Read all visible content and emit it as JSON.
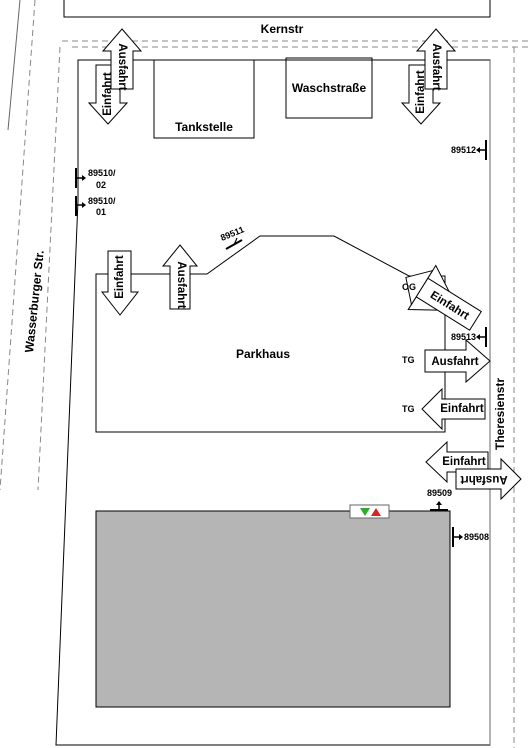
{
  "streets": {
    "north": "Kernstr",
    "west": "Wasserburger Str.",
    "east": "Theresienstr"
  },
  "buildings": {
    "gas_station": "Tankstelle",
    "car_wash": "Waschstraße",
    "parking_garage": "Parkhaus"
  },
  "arrows": {
    "entry": "Einfahrt",
    "exit": "Ausfahrt"
  },
  "levels": {
    "upper_floor": "OG",
    "underground_1": "TG",
    "underground_2": "TG"
  },
  "markers": {
    "m89510_02": "89510/\n02",
    "m89510_01": "89510/\n01",
    "m89511": "89511",
    "m89512": "89512",
    "m89513": "89513",
    "m89509": "89509",
    "m89508": "89508"
  },
  "colors": {
    "large_building_fill": "#b5b5b5",
    "signal_green": "#2eaa2e",
    "signal_red": "#dd2222"
  }
}
